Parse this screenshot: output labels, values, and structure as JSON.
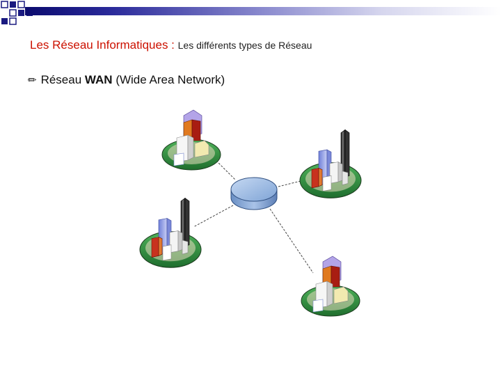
{
  "slide": {
    "title_main": "Les Réseau Informatiques :",
    "title_sub": "Les différents types de Réseau",
    "bullet_icon": "pencil-icon",
    "subtitle_prefix": "Réseau",
    "subtitle_bold": "WAN",
    "subtitle_rest": "(Wide Area Network)"
  },
  "colors": {
    "title": "#cc1100",
    "header_bar_start": "#0b0b6e",
    "ground": "#2e8b3e",
    "hub": "#8fb2e0"
  },
  "diagram": {
    "hub_icon": "wan-cloud-hub-icon",
    "sites": [
      {
        "icon": "city-buildings-icon"
      },
      {
        "icon": "city-buildings-icon"
      },
      {
        "icon": "city-buildings-icon"
      },
      {
        "icon": "city-buildings-icon"
      }
    ]
  }
}
